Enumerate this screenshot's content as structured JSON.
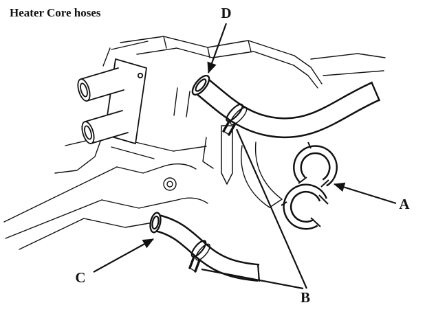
{
  "title": "Heater Core hoses",
  "labels": {
    "a": "A",
    "b": "B",
    "c": "C",
    "d": "D"
  },
  "colors": {
    "line": "#111111",
    "background": "#ffffff"
  }
}
